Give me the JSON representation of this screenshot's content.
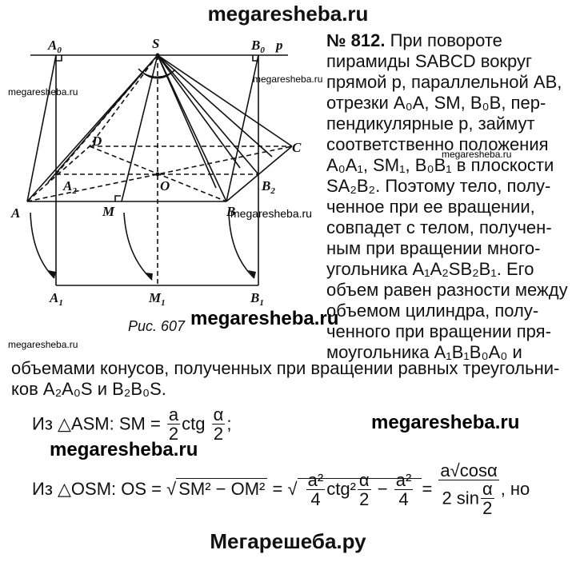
{
  "site": {
    "top": "megaresheba.ru",
    "bottom": "Мегарешеба.ру",
    "watermark": "megaresheba.ru"
  },
  "figure": {
    "caption": "Рис. 607",
    "labels": {
      "A0": "A",
      "A0_sub": "0",
      "S": "S",
      "B0": "B",
      "B0_sub": "0",
      "p": "p",
      "D": "D",
      "C": "C",
      "A2": "A",
      "A2_sub": "2",
      "O": "O",
      "B2": "B",
      "B2_sub": "2",
      "A": "A",
      "M": "M",
      "B": "B",
      "A1": "A",
      "A1_sub": "1",
      "M1": "M",
      "M1_sub": "1",
      "B1": "B",
      "B1_sub": "1"
    }
  },
  "problem": {
    "number": "№ 812.",
    "right_lines": [
      "При повороте",
      "пирамиды SABCD вокруг",
      "прямой p, параллельной AB,",
      "отрезки A₀A, SM, B₀B, пер-",
      "пендикулярные p, займут",
      "соответственно положения",
      "A₀A₁, SM₁, B₀B₁ в плоскости",
      "SA₂B₂. Поэтому тело, полу-",
      "ченное при ее вращении,",
      "совпадет с телом, получен-",
      "ным при вращении много-",
      "угольника A₁A₂SB₂B₁. Его",
      "объем равен разности между",
      "объемом цилиндра, полу-",
      "ченного при вращении пря-",
      "моугольника A₁B₁B₀A₀ и"
    ],
    "full_lines": [
      "объемами конусов, полученных при вращении равных треугольни-",
      "ков A₂A₀S и B₂B₀S."
    ]
  },
  "formulas": {
    "f1_prefix": "Из △ASM: SM =",
    "f1_frac_num": "a",
    "f1_frac_den": "2",
    "f1_ctg": "ctg",
    "f1_alpha_num": "α",
    "f1_alpha_den": "2",
    "f1_end": ";",
    "f2_prefix": "Из △OSM: OS =",
    "f2_sqrt1": "SM² − OM²",
    "f2_eq1": "=",
    "f2_a2": "a²",
    "f2_four": "4",
    "f2_ctg2": "ctg²",
    "f2_alpha": "α",
    "f2_two": "2",
    "f2_minus": "−",
    "f2_eq2": "=",
    "f2_res_num": "a√cosα",
    "f2_res_den_pre": "2 sin",
    "f2_end": ", но"
  }
}
